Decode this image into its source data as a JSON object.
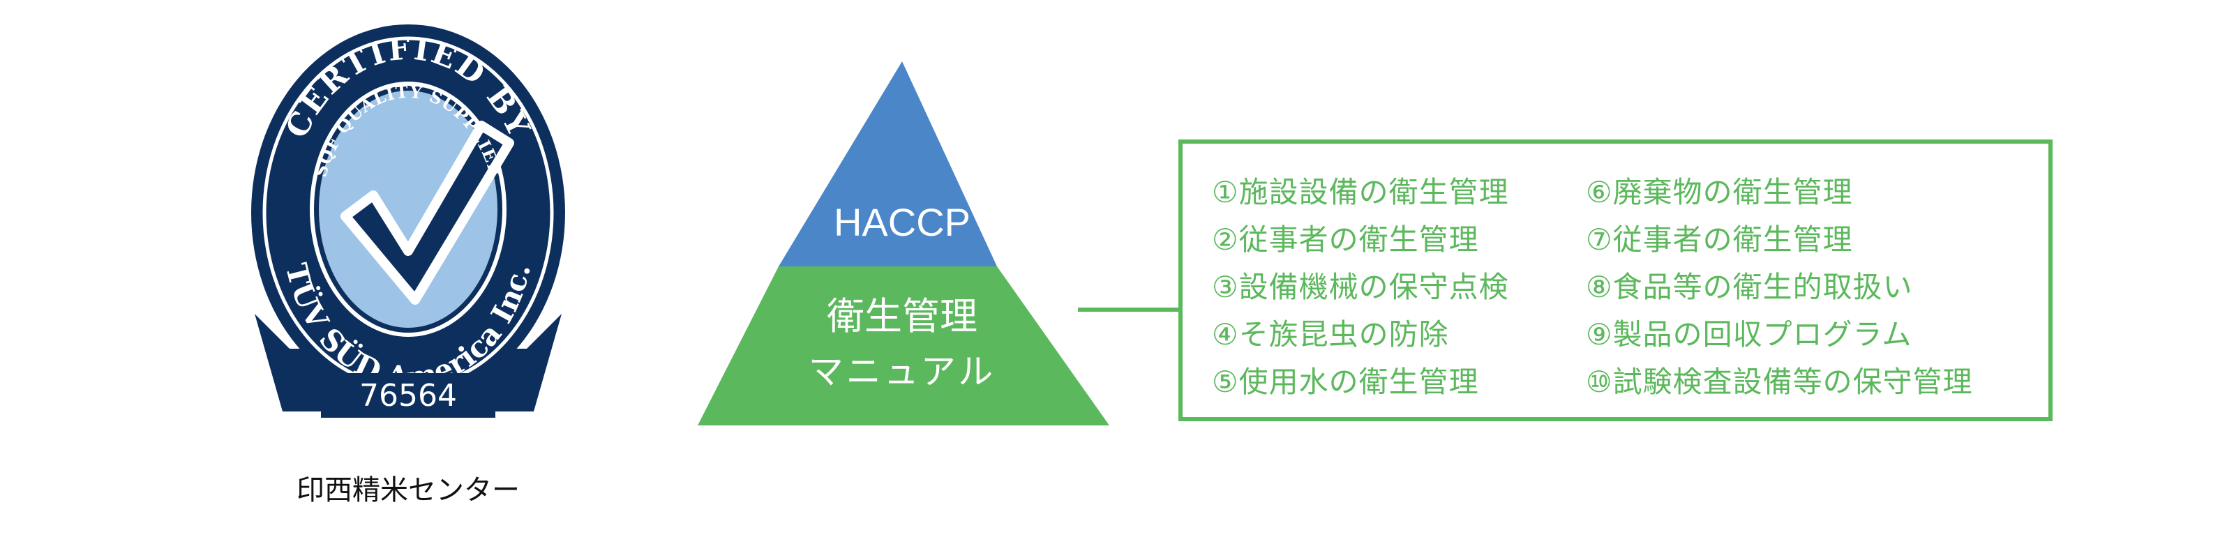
{
  "seal": {
    "arc_top": "CERTIFIED BY",
    "arc_inner": "SQF QUALITY SUPPLIER",
    "arc_bottom": "TÜV SÜD America Inc.",
    "number": "76564",
    "check_icon": "checkmark-icon",
    "colors": {
      "dark": "#0d2f5e",
      "light": "#9dc3e6",
      "ring": "#ffffff"
    }
  },
  "facility_name": "印西精米センター",
  "pyramid": {
    "top_label": "HACCP",
    "base_label_line1": "衛生管理",
    "base_label_line2": "マニュアル",
    "colors": {
      "top": "#4a86c8",
      "base": "#5cb85c",
      "text": "#ffffff"
    }
  },
  "manual": {
    "border_color": "#5cb85c",
    "text_color": "#5cb85c",
    "left_items": [
      "①施設設備の衛生管理",
      "②従事者の衛生管理",
      "③設備機械の保守点検",
      "④そ族昆虫の防除",
      "⑤使用水の衛生管理"
    ],
    "right_items": [
      "⑥廃棄物の衛生管理",
      "⑦従事者の衛生管理",
      "⑧食品等の衛生的取扱い",
      "⑨製品の回収プログラム",
      "⑩試験検査設備等の保守管理"
    ]
  }
}
